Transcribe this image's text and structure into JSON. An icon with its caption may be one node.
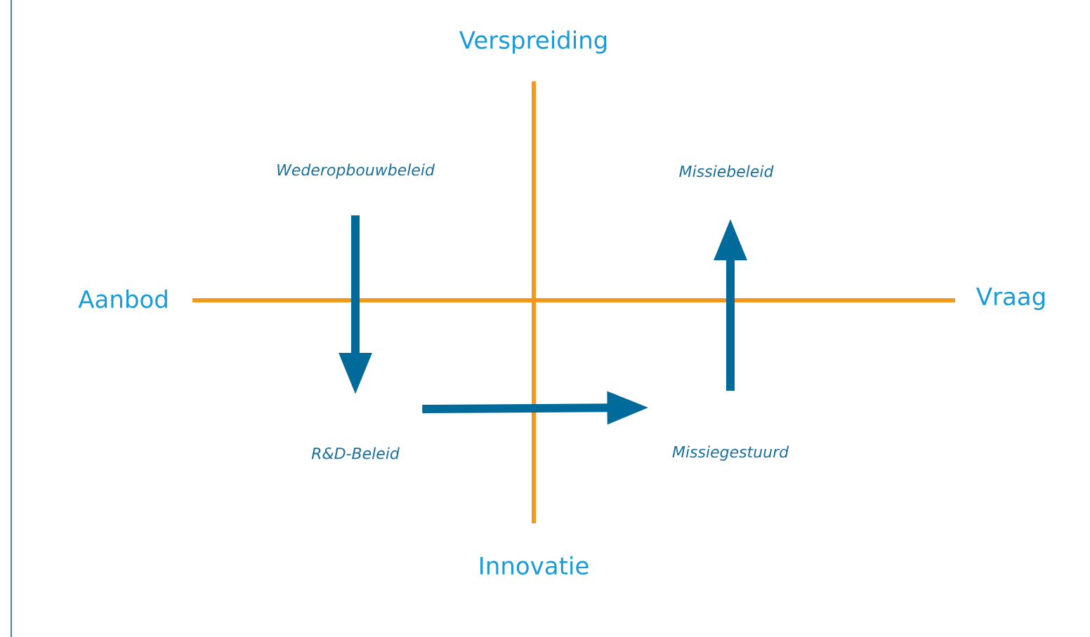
{
  "diagram": {
    "nodes": [
      {
        "text": [
          "Wederopbouwbeleid"
        ]
      },
      {
        "text": [
          "Missiebeleid"
        ]
      },
      {
        "text": [
          "R&D-Beleid"
        ]
      },
      {
        "text": [
          "Missiegestuurd"
        ]
      }
    ],
    "edges": [
      {
        "from": 0,
        "to": 2,
        "arrow": "to"
      },
      {
        "from": 2,
        "to": 3,
        "arrow": "to"
      },
      {
        "from": 3,
        "to": 1,
        "arrow": "to"
      }
    ],
    "labels": [
      "Verspreiding",
      "Aanbod",
      "Vraag",
      "Innovatie"
    ]
  }
}
